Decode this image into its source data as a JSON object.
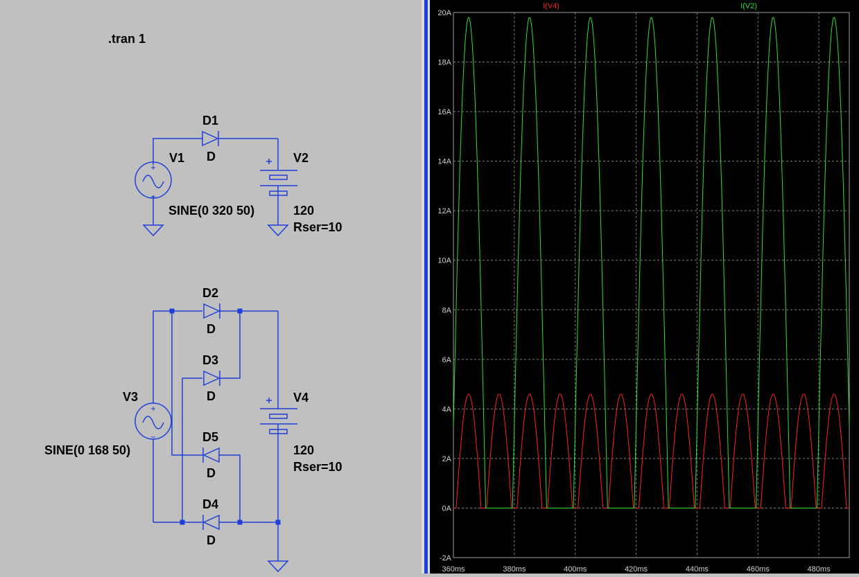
{
  "schematic": {
    "directive": ".tran 1",
    "circuit1": {
      "diode": {
        "ref": "D1",
        "model": "D"
      },
      "source": {
        "ref": "V1",
        "value": "SINE(0 320 50)"
      },
      "battery": {
        "ref": "V2",
        "value": "120",
        "rser": "Rser=10"
      }
    },
    "circuit2": {
      "diodes": [
        {
          "ref": "D2",
          "model": "D"
        },
        {
          "ref": "D3",
          "model": "D"
        },
        {
          "ref": "D5",
          "model": "D"
        },
        {
          "ref": "D4",
          "model": "D"
        }
      ],
      "source": {
        "ref": "V3",
        "value": "SINE(0 168 50)"
      },
      "battery": {
        "ref": "V4",
        "value": "120",
        "rser": "Rser=10"
      }
    },
    "colors": {
      "wire": "#1f3fd8",
      "background": "#c0c0c0"
    }
  },
  "chart_data": {
    "type": "line",
    "x_ticks": [
      "360ms",
      "380ms",
      "400ms",
      "420ms",
      "440ms",
      "460ms",
      "480ms"
    ],
    "y_ticks": [
      "20A",
      "18A",
      "16A",
      "14A",
      "12A",
      "10A",
      "8A",
      "6A",
      "4A",
      "2A",
      "0A",
      "-2A"
    ],
    "xlim": [
      360,
      490
    ],
    "ylim": [
      -2,
      20
    ],
    "grid": true,
    "series": [
      {
        "name": "I(V4)",
        "color": "#ff2020",
        "peak": 4.6,
        "period_ms": 10,
        "first_peak_ms": 365,
        "half_width_ms": 4.1
      },
      {
        "name": "I(V2)",
        "color": "#30e030",
        "peak": 19.8,
        "period_ms": 20,
        "first_peak_ms": 365,
        "half_width_ms": 5.6
      }
    ]
  }
}
